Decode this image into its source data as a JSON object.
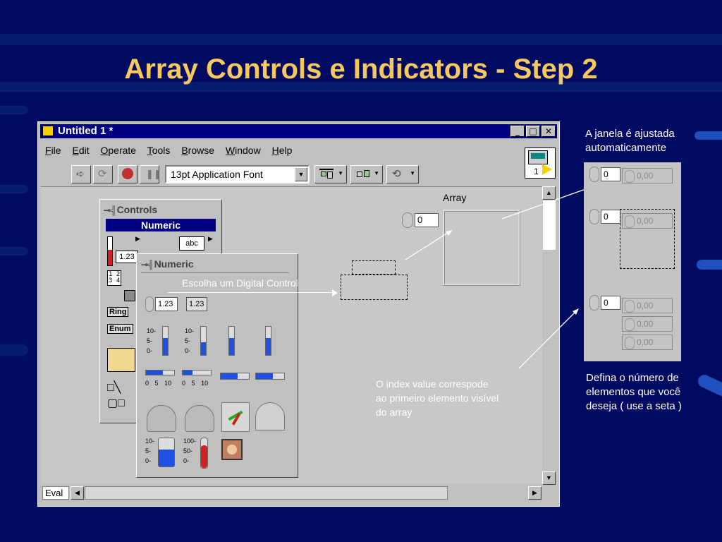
{
  "slide": {
    "title": "Array Controls e Indicators - Step 2",
    "note_top_right": [
      "A janela é ajustada",
      "automaticamente"
    ],
    "note_bottom_right": [
      "Defina o número de",
      "elementos que você",
      "deseja ( use a seta )"
    ],
    "note_center": [
      "O index value correspode",
      "ao primeiro elemento visível",
      "do array"
    ],
    "note_digital": "Escolha um Digital Control"
  },
  "window": {
    "title": "Untitled 1 *",
    "menu": [
      "File",
      "Edit",
      "Operate",
      "Tools",
      "Browse",
      "Window",
      "Help"
    ],
    "font_selector": "13pt Application Font",
    "status_label": "Eval",
    "icon_number": "1"
  },
  "array_control": {
    "label": "Array",
    "index_value": "0"
  },
  "controls_palette": {
    "title": "Controls",
    "category": "Numeric",
    "items": [
      "1.23",
      "abc",
      "Ring",
      "Enum"
    ]
  },
  "numeric_palette": {
    "title": "Numeric",
    "items": [
      "1.23",
      "1.23"
    ],
    "scale_labels": [
      "10-",
      "5-",
      "0-"
    ],
    "slider_labels": [
      "0",
      "5",
      "10"
    ],
    "tank_labels": [
      "10-",
      "5-",
      "0-"
    ],
    "thermo_labels": [
      "100-",
      "50-",
      "0-"
    ]
  },
  "side_panel": {
    "index_values": [
      "0",
      "0",
      "0"
    ],
    "element_values": [
      "0,00",
      "0,00",
      "0,00",
      "0,00",
      "0,00"
    ]
  },
  "colors": {
    "background": "#000a60",
    "title": "#f6c85f",
    "window_title_bar": "#000080"
  }
}
